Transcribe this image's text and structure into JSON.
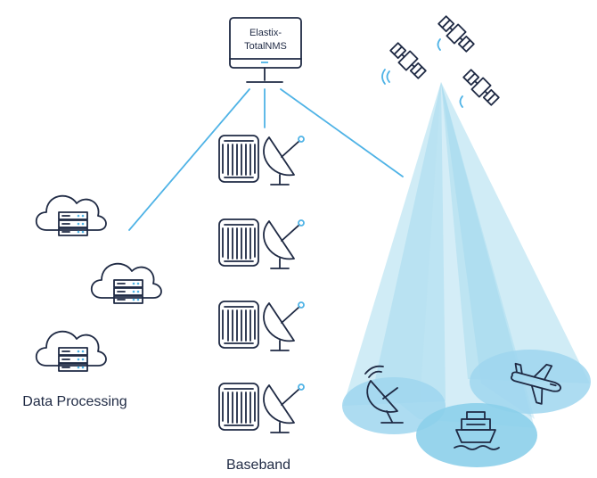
{
  "monitor": {
    "line1": "Elastix-",
    "line2": "TotalNMS"
  },
  "labels": {
    "data_processing": "Data Processing",
    "baseband": "Baseband"
  },
  "colors": {
    "ink": "#1f2a44",
    "accent": "#4fb3e6",
    "beam": "#a9dcef",
    "footprint": "#9fd6ee"
  },
  "icons": {
    "monitor": "computer-monitor-icon",
    "cloud": "cloud-server-icon",
    "modem": "baseband-modem-icon",
    "dish": "satellite-dish-icon",
    "satellite": "satellite-icon",
    "ship": "ship-icon",
    "airplane": "airplane-icon"
  }
}
